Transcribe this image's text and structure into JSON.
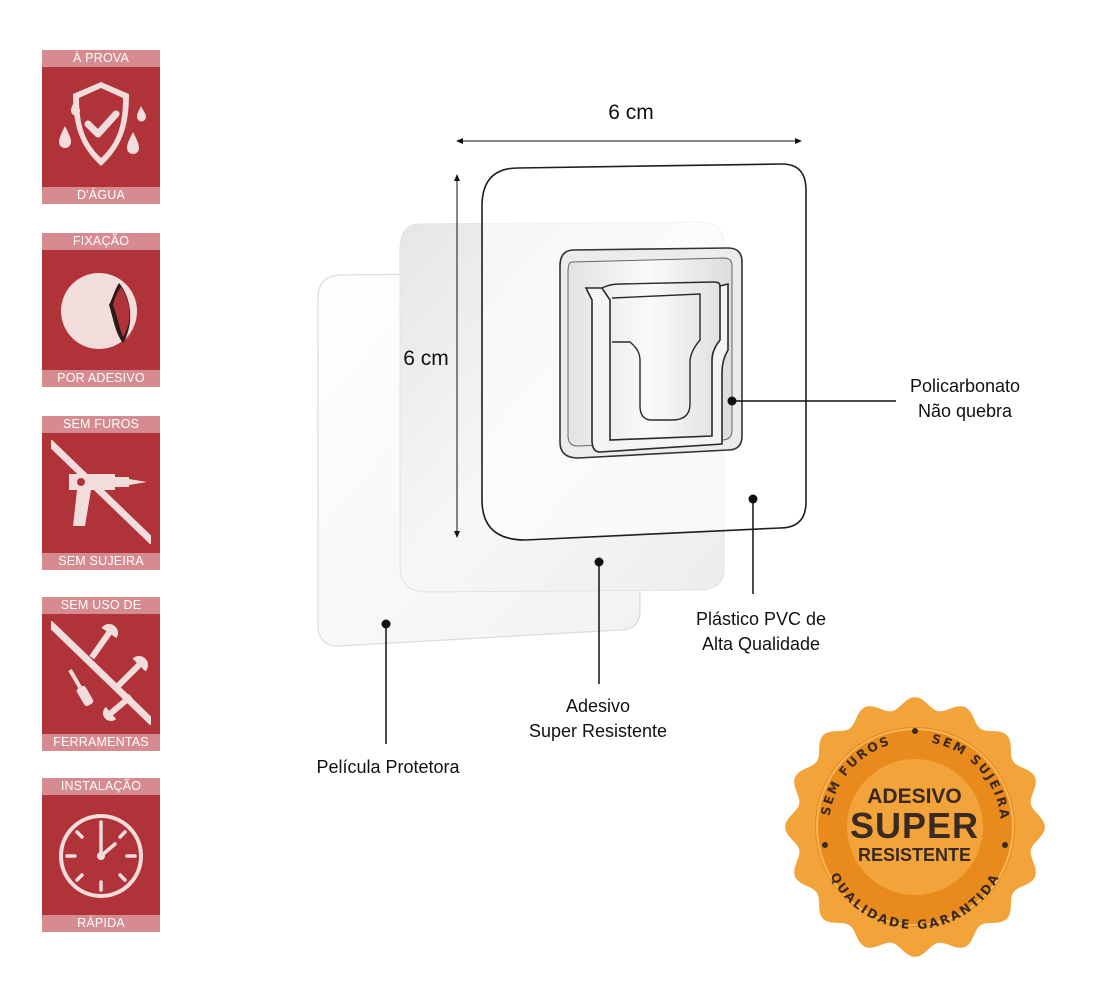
{
  "badges": [
    {
      "top": "À PROVA",
      "bottom": "D'ÁGUA",
      "icon": "waterproof-shield-icon"
    },
    {
      "top": "FIXAÇÃO",
      "bottom": "POR ADESIVO",
      "icon": "adhesive-sticker-icon"
    },
    {
      "top": "SEM FUROS",
      "bottom": "SEM SUJEIRA",
      "icon": "no-drill-icon"
    },
    {
      "top": "SEM USO DE",
      "bottom": "FERRAMENTAS",
      "icon": "no-tools-icon"
    },
    {
      "top": "INSTALAÇÃO",
      "bottom": "RÁPIDA",
      "icon": "clock-icon"
    }
  ],
  "diagram": {
    "width_label": "6 cm",
    "height_label": "6 cm",
    "callouts": {
      "policarbonato_line1": "Policarbonato",
      "policarbonato_line2": "Não quebra",
      "pvc_line1": "Plástico PVC de",
      "pvc_line2": "Alta Qualidade",
      "adesivo_line1": "Adesivo",
      "adesivo_line2": "Super Resistente",
      "pelicula": "Película Protetora"
    }
  },
  "seal": {
    "line1": "ADESIVO",
    "line2": "SUPER",
    "line3": "RESISTENTE",
    "ring_top_left": "SEM FUROS",
    "ring_top_right": "SEM SUJEIRA",
    "ring_bottom": "QUALIDADE GARANTIDA",
    "colors": {
      "outer": "#f2a33a",
      "inner": "#e88a1c",
      "text": "#3a2a22"
    }
  },
  "colors": {
    "badge_bg": "#b0333a",
    "badge_band": "#d58b8f",
    "badge_art": "#f3dcdc"
  }
}
